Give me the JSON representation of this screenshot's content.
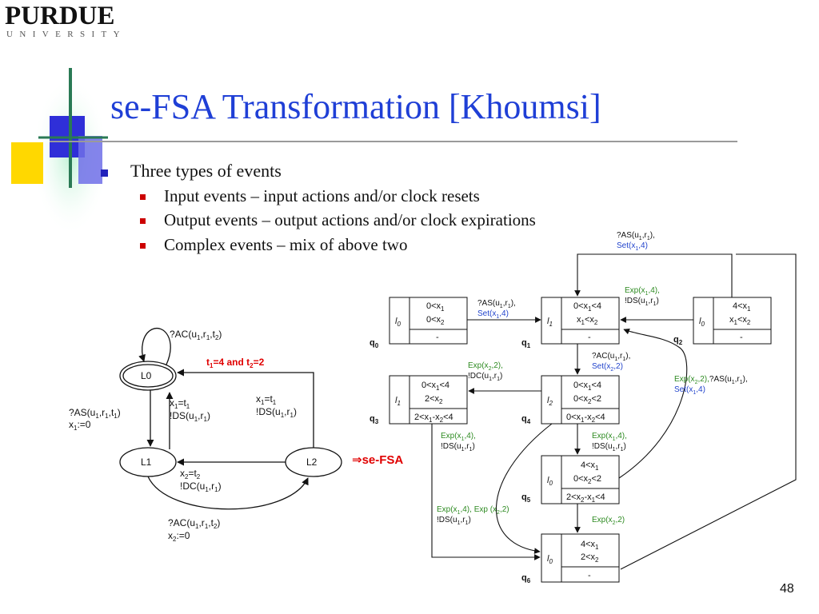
{
  "logo": {
    "name": "PURDUE",
    "subtitle": "UNIVERSITY"
  },
  "title": "se-FSA Transformation [Khoumsi]",
  "bullets": {
    "main": "Three types of events",
    "items": [
      "Input events – input actions and/or clock resets",
      "Output events – output actions and/or clock expirations",
      "Complex events – mix of above two"
    ]
  },
  "page_number": "48",
  "arrow_label": "⇒se-FSA",
  "timed_automaton": {
    "locations": [
      "L0",
      "L1",
      "L2"
    ],
    "constraint_label": "t1=4 and t2=2"
  },
  "colors": {
    "title": "#1f3fd6",
    "green": "#2e8b22",
    "blue": "#2244cc",
    "red": "#e00000"
  }
}
